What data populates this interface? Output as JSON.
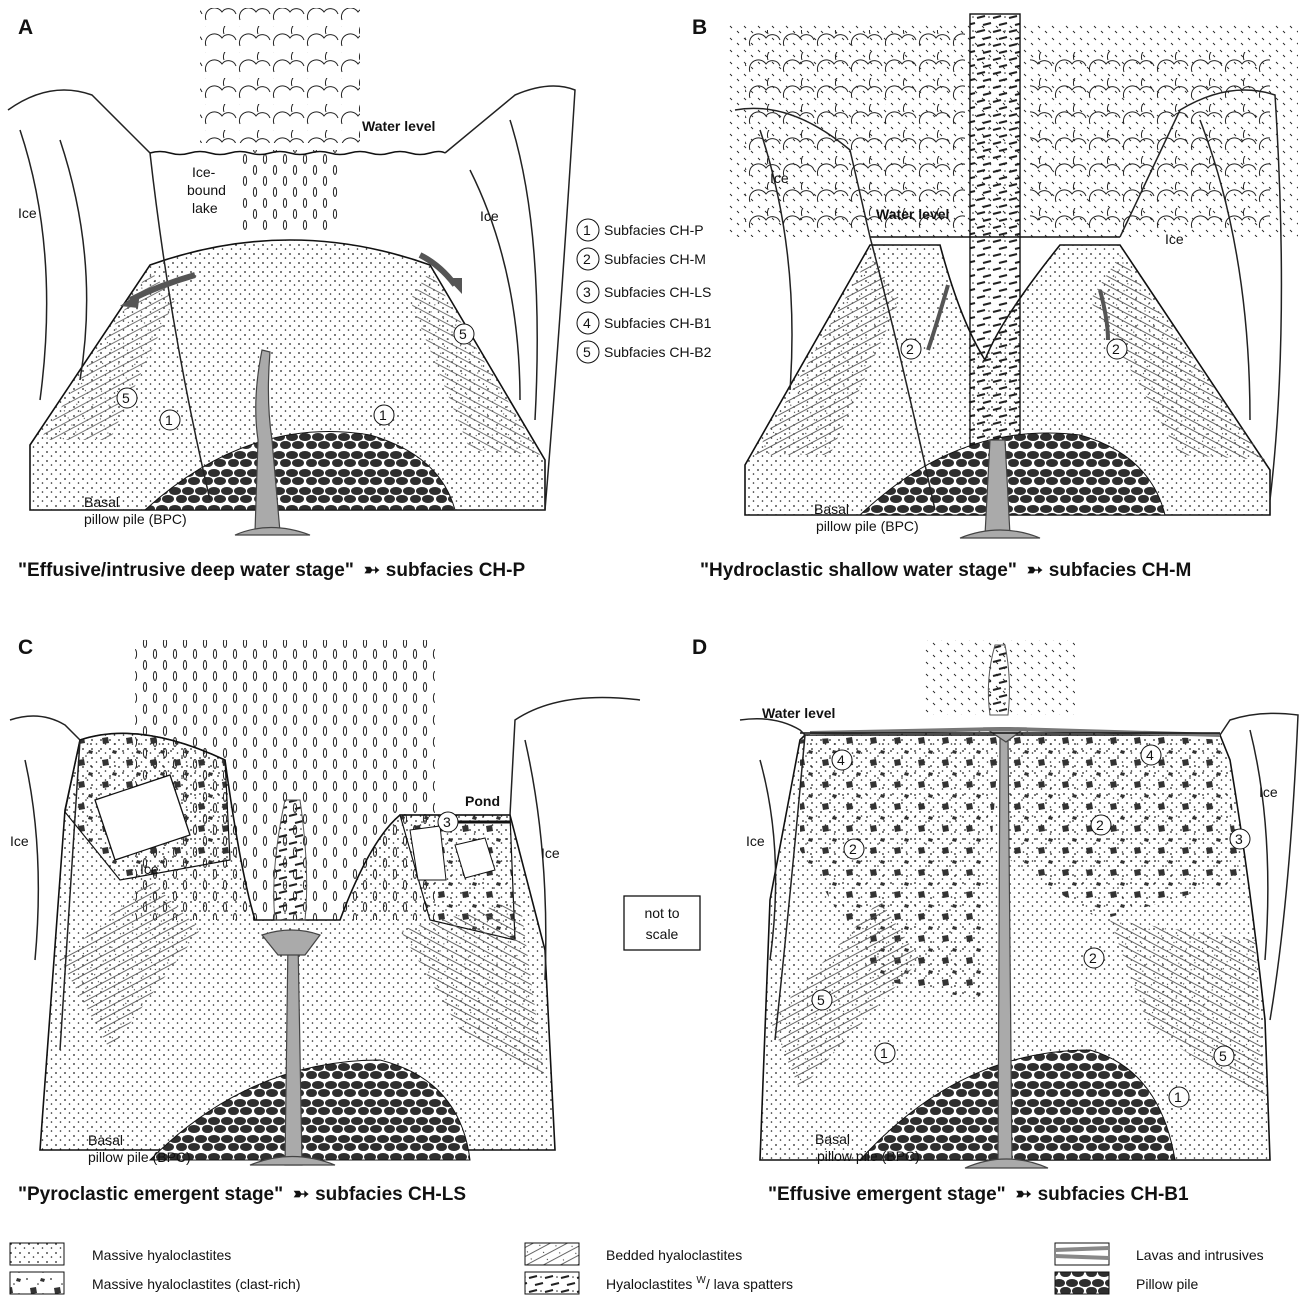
{
  "panels": [
    {
      "letter": "A",
      "caption_stage": "\"Effusive/intrusive deep water stage\"",
      "caption_sub": "subfacies CH-P",
      "labels": {
        "water_level": "Water level",
        "ice_left": "Ice",
        "ice_right": "Ice",
        "lake_1": "Ice-",
        "lake_2": "bound",
        "lake_3": "lake",
        "basal_1": "Basal",
        "basal_2": "pillow pile (BPC)"
      }
    },
    {
      "letter": "B",
      "caption_stage": "\"Hydroclastic shallow water stage\"",
      "caption_sub": "subfacies CH-M",
      "labels": {
        "water_level": "Water level",
        "ice_left": "Ice",
        "ice_right": "Ice",
        "basal_1": "Basal",
        "basal_2": "pillow pile (BPC)"
      }
    },
    {
      "letter": "C",
      "caption_stage": "\"Pyroclastic emergent stage\"",
      "caption_sub": "subfacies CH-LS",
      "labels": {
        "pond": "Pond",
        "ice_left": "Ice",
        "ice_right": "Ice",
        "ice_block": "Ice",
        "basal_1": "Basal",
        "basal_2": "pillow pile (BPC)"
      }
    },
    {
      "letter": "D",
      "caption_stage": "\"Effusive emergent stage\"",
      "caption_sub": "subfacies CH-B1",
      "labels": {
        "water_level": "Water level",
        "ice_left": "Ice",
        "ice_right": "Ice",
        "basal_1": "Basal",
        "basal_2": "pillow pile (BPC)"
      }
    }
  ],
  "subfacies_key": [
    {
      "num": "1",
      "label": "Subfacies CH-P"
    },
    {
      "num": "2",
      "label": "Subfacies CH-M"
    },
    {
      "num": "3",
      "label": "Subfacies CH-LS"
    },
    {
      "num": "4",
      "label": "Subfacies CH-B1"
    },
    {
      "num": "5",
      "label": "Subfacies CH-B2"
    }
  ],
  "scale_note": {
    "line1": "not to",
    "line2": "scale"
  },
  "legend": [
    {
      "label": "Massive hyaloclastites"
    },
    {
      "label": "Massive hyaloclastites (clast-rich)"
    },
    {
      "label": "Bedded hyaloclastites"
    },
    {
      "label": "Hyaloclastites",
      "sup": "W",
      "suffix": "/ lava spatters"
    },
    {
      "label": "Lavas and intrusives"
    },
    {
      "label": "Pillow pile"
    }
  ],
  "colors": {
    "feeder": "#aaaaaa",
    "pillow": "#2e2e2e",
    "ink": "#111111"
  }
}
